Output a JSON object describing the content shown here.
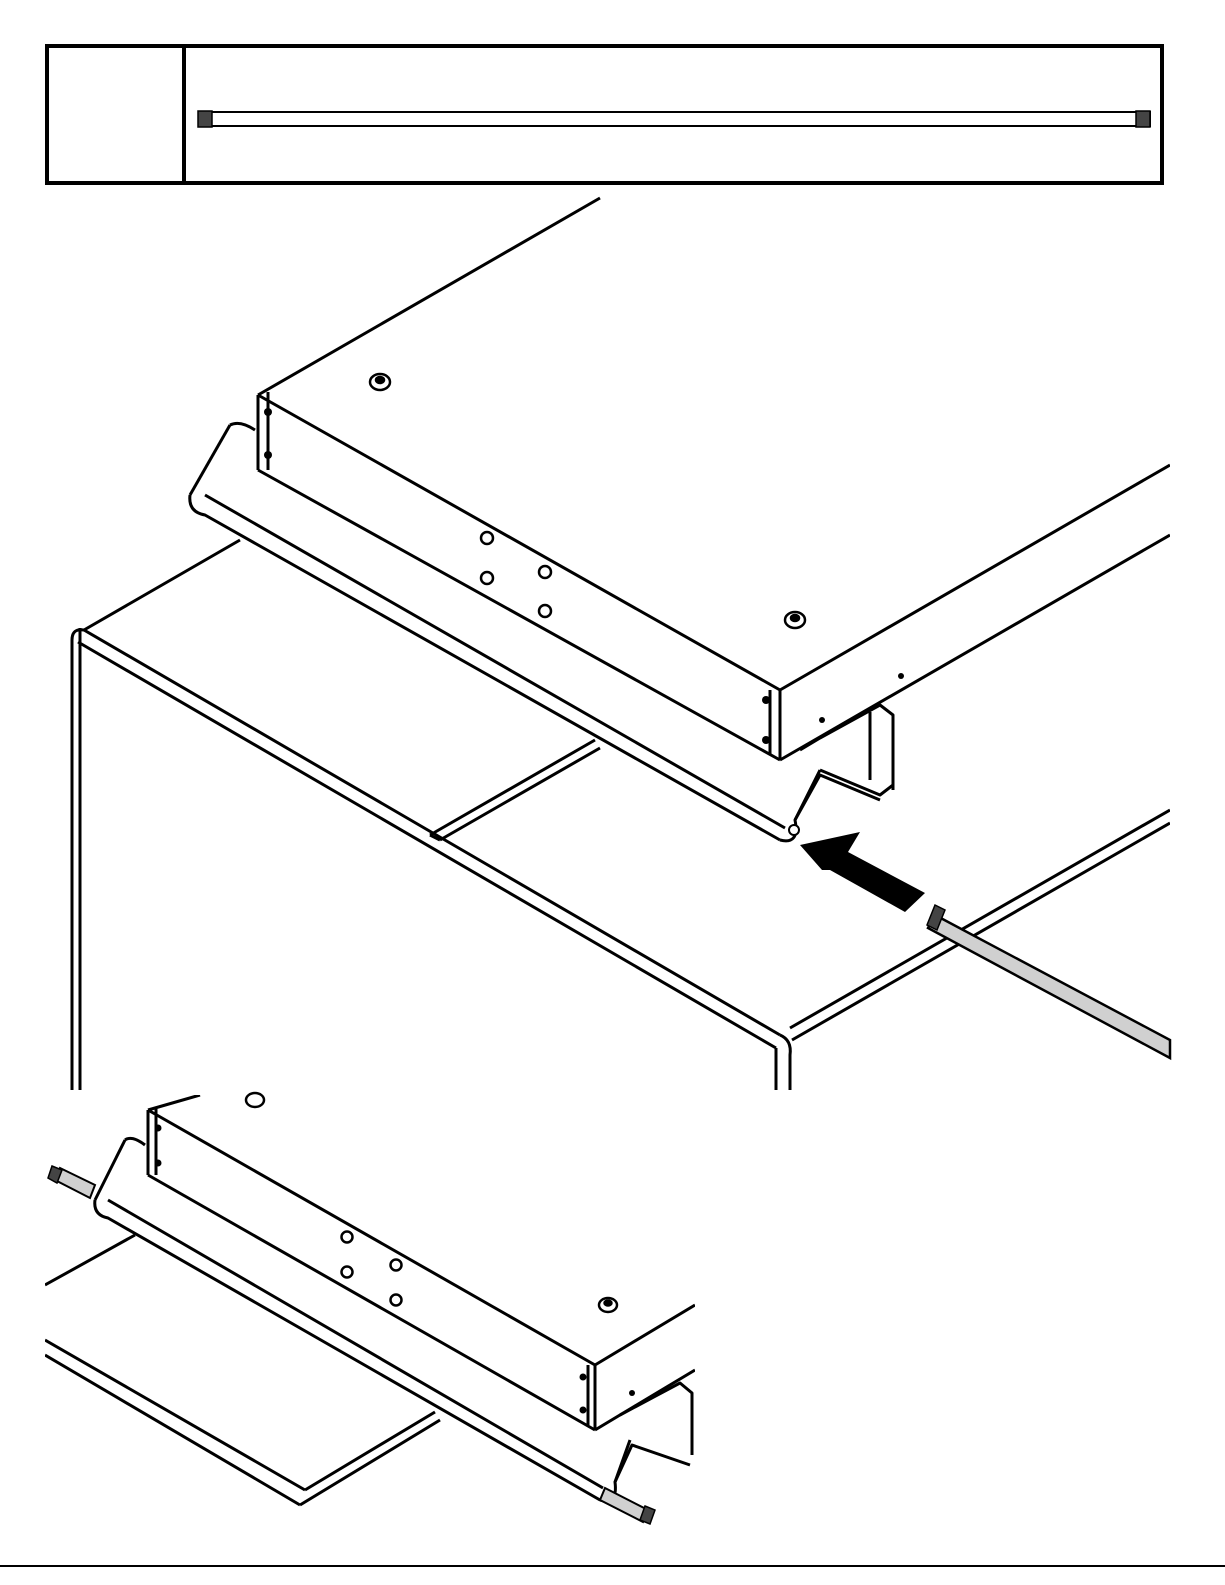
{
  "header": {
    "step_label": "",
    "part": {
      "name": "threaded-rod",
      "quantity": ""
    }
  },
  "colors": {
    "line": "#000000",
    "rod_fill": "#d0d0d0",
    "arrow_fill": "#000000",
    "background": "#ffffff"
  },
  "views": [
    {
      "name": "main-view",
      "action": "insert-rod-arrow"
    },
    {
      "name": "detail-view",
      "action": "rod-installed"
    }
  ]
}
